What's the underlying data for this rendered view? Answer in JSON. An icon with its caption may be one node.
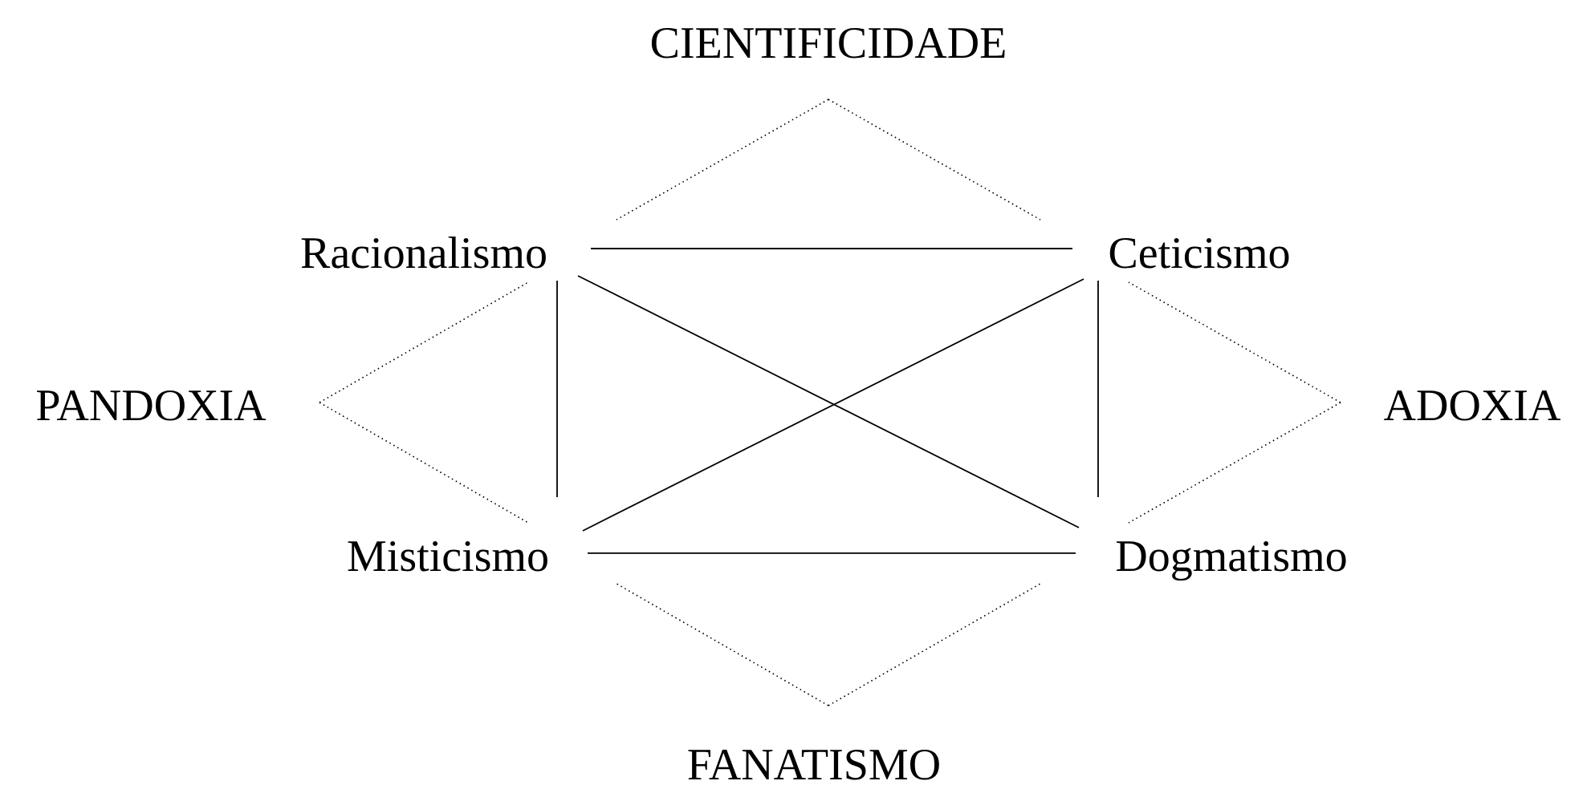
{
  "diagram": {
    "nodes": [
      {
        "text": [
          "CIENTIFICIDADE"
        ]
      },
      {
        "text": [
          "Racionalismo"
        ]
      },
      {
        "text": [
          "Ceticismo"
        ]
      },
      {
        "text": [
          "PANDOXIA"
        ]
      },
      {
        "text": [
          "ADOXIA"
        ]
      },
      {
        "text": [
          "Misticismo"
        ]
      },
      {
        "text": [
          "Dogmatismo"
        ]
      },
      {
        "text": [
          "FANATISMO"
        ]
      }
    ],
    "edges": [
      {
        "from": 0,
        "to": 1,
        "arrow": "none",
        "style": "dashed"
      },
      {
        "from": 0,
        "to": 2,
        "arrow": "none",
        "style": "dashed"
      },
      {
        "from": 1,
        "to": 2,
        "arrow": "none"
      },
      {
        "from": 3,
        "to": 1,
        "arrow": "none",
        "style": "dashed"
      },
      {
        "from": 3,
        "to": 5,
        "arrow": "none",
        "style": "dashed"
      },
      {
        "from": 1,
        "to": 5,
        "arrow": "none"
      },
      {
        "from": 1,
        "to": 6,
        "arrow": "none"
      },
      {
        "from": 2,
        "to": 5,
        "arrow": "none"
      },
      {
        "from": 2,
        "to": 6,
        "arrow": "none"
      },
      {
        "from": 4,
        "to": 2,
        "arrow": "none",
        "style": "dashed"
      },
      {
        "from": 4,
        "to": 6,
        "arrow": "none",
        "style": "dashed"
      },
      {
        "from": 5,
        "to": 6,
        "arrow": "none"
      },
      {
        "from": 7,
        "to": 5,
        "arrow": "none",
        "style": "dashed"
      },
      {
        "from": 7,
        "to": 6,
        "arrow": "none",
        "style": "dashed"
      }
    ]
  }
}
